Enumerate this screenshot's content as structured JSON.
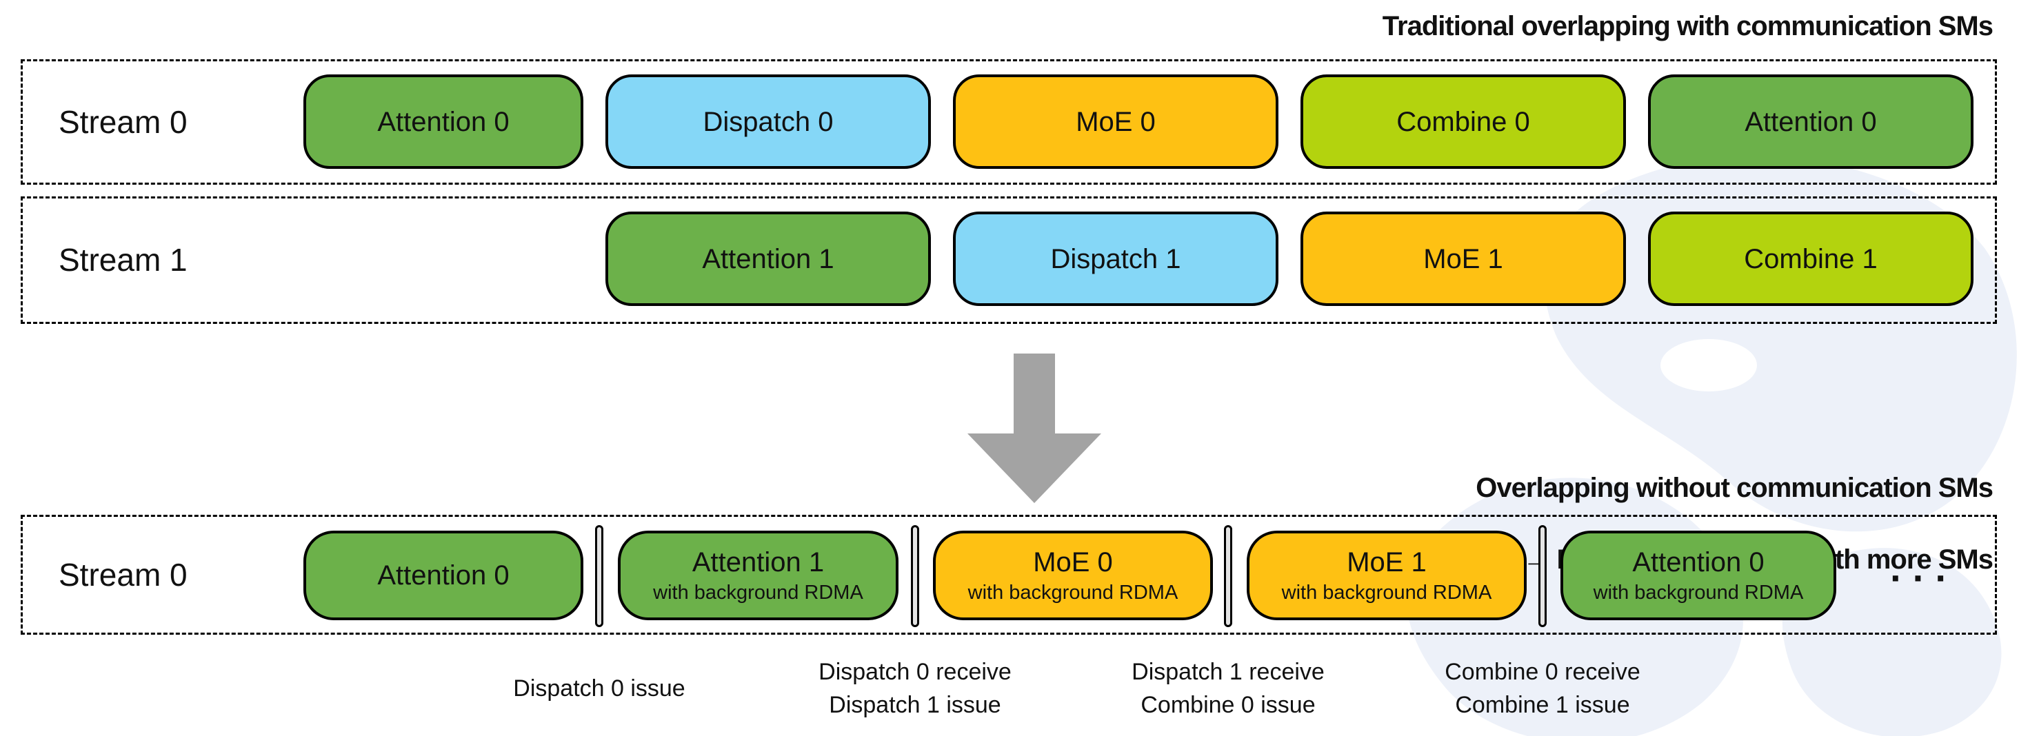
{
  "colors": {
    "attention": "#6cb14a",
    "dispatch": "#85d7f7",
    "moe": "#fec113",
    "combine": "#b3d30e",
    "arrow": "#a3a3a3",
    "separator": "#e4e4e4",
    "watermark": "#edf1f9"
  },
  "top_section": {
    "title": "Traditional overlapping with communication SMs",
    "rows": [
      {
        "label": "Stream 0",
        "blocks": [
          {
            "label": "Attention 0"
          },
          {
            "label": "Dispatch 0"
          },
          {
            "label": "MoE 0"
          },
          {
            "label": "Combine 0"
          },
          {
            "label": "Attention 0"
          }
        ]
      },
      {
        "label": "Stream 1",
        "blocks": [
          {
            "label": "Attention 1"
          },
          {
            "label": "Dispatch 1"
          },
          {
            "label": "MoE 1"
          },
          {
            "label": "Combine 1"
          }
        ]
      }
    ]
  },
  "bottom_section": {
    "title_line1": "Overlapping without communication SMs",
    "title_line2": "→ Faster computation with more SMs",
    "row": {
      "label": "Stream 0",
      "blocks": [
        {
          "label": "Attention 0",
          "sublabel": ""
        },
        {
          "label": "Attention 1",
          "sublabel": "with background RDMA"
        },
        {
          "label": "MoE 0",
          "sublabel": "with background RDMA"
        },
        {
          "label": "MoE 1",
          "sublabel": "with background RDMA"
        },
        {
          "label": "Attention 0",
          "sublabel": "with background RDMA"
        }
      ],
      "ellipsis": "···"
    },
    "annotations": [
      {
        "line1": "Dispatch 0 issue",
        "line2": ""
      },
      {
        "line1": "Dispatch 0 receive",
        "line2": "Dispatch 1 issue"
      },
      {
        "line1": "Dispatch 1 receive",
        "line2": "Combine 0 issue"
      },
      {
        "line1": "Combine 0 receive",
        "line2": "Combine 1 issue"
      }
    ]
  }
}
